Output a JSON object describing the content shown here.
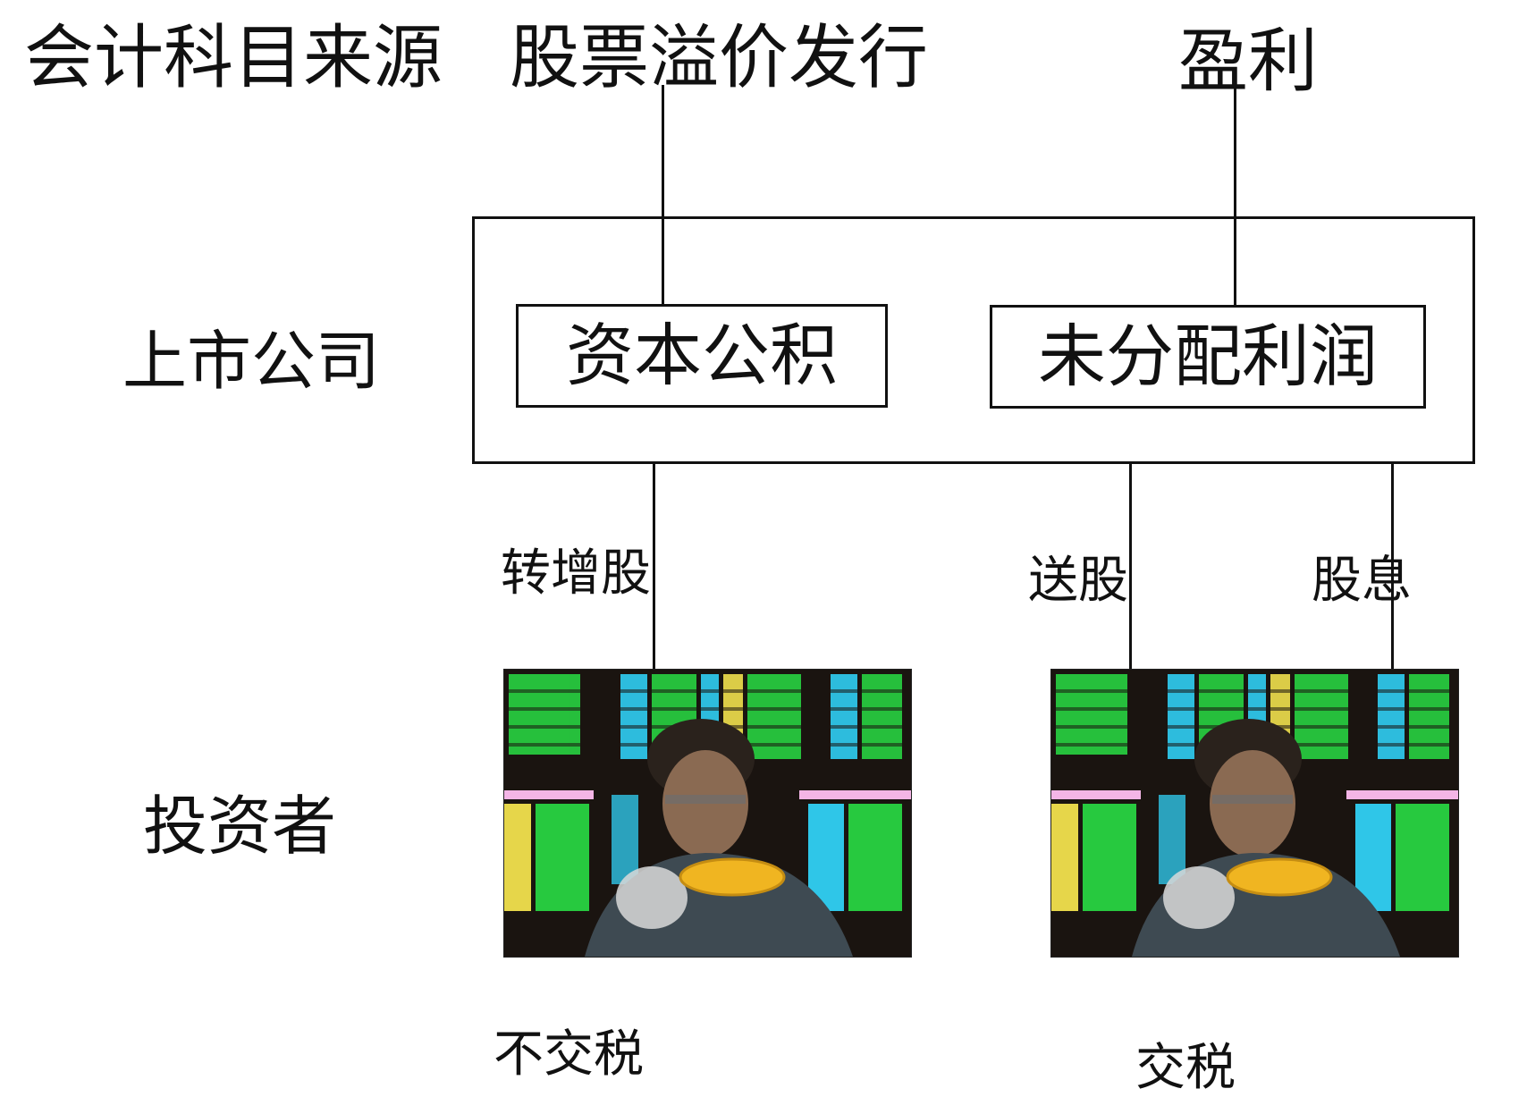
{
  "header": {
    "row_label": "会计科目来源",
    "source_premium": "股票溢价发行",
    "source_profit": "盈利"
  },
  "company": {
    "row_label": "上市公司",
    "capital_reserve": "资本公积",
    "retained_earnings": "未分配利润"
  },
  "flows": {
    "conversion": "转增股",
    "bonus": "送股",
    "dividend": "股息"
  },
  "investor": {
    "row_label": "投资者",
    "no_tax": "不交税",
    "tax": "交税"
  },
  "colors": {
    "line": "#111111",
    "board_green": "#27c93f",
    "board_cyan": "#2fc6e8",
    "board_yellow": "#e6d64a",
    "board_pink": "#f4b5e6"
  }
}
